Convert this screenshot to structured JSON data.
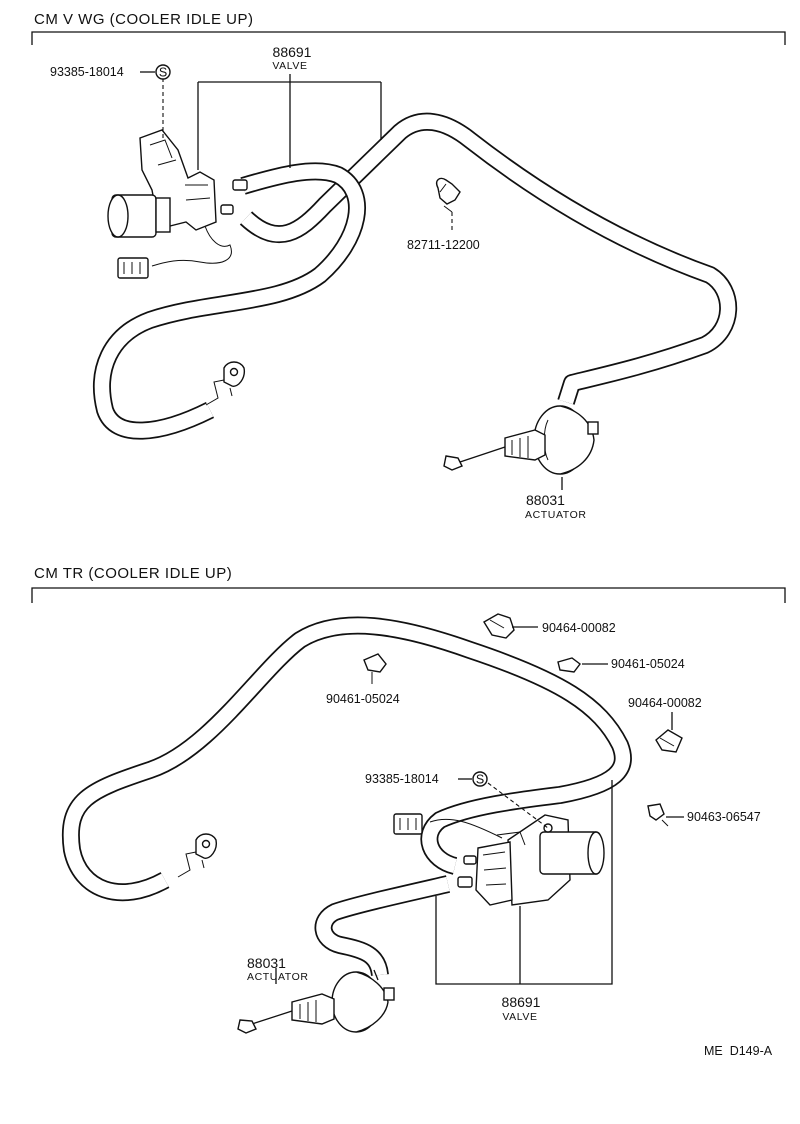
{
  "sections": [
    {
      "title": "CM V WG (COOLER IDLE UP)",
      "valve": {
        "part_no": "88691",
        "name": "VALVE"
      },
      "actuator": {
        "part_no": "88031",
        "name": "ACTUATOR"
      },
      "callouts": [
        "93385-18014",
        "82711-12200"
      ],
      "symbol": "S"
    },
    {
      "title": "CM TR (COOLER IDLE UP)",
      "valve": {
        "part_no": "88691",
        "name": "VALVE"
      },
      "actuator": {
        "part_no": "88031",
        "name": "ACTUATOR"
      },
      "callouts": [
        "90464-00082",
        "90461-05024",
        "90461-05024",
        "90464-00082",
        "93385-18014",
        "90463-06547"
      ],
      "symbol": "S"
    }
  ],
  "page_code": "ME  D149-A"
}
